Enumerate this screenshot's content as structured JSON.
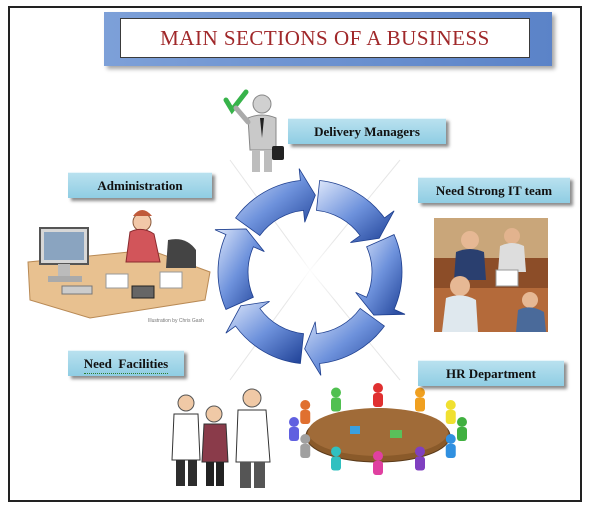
{
  "title": "MAIN SECTIONS OF A BUSINESS",
  "labels": {
    "delivery_managers": "Delivery Managers",
    "administration": "Administration",
    "it_team": "Need Strong IT team",
    "facilities": "Need  Facilities",
    "hr": "HR Department"
  },
  "credit": "Illustration by Chris Gash",
  "colors": {
    "title_text": "#a0282a",
    "title_bar": "#6a8fd0",
    "label_bg": "#a6d8ea",
    "cycle_arrow": "#2a55b0"
  }
}
